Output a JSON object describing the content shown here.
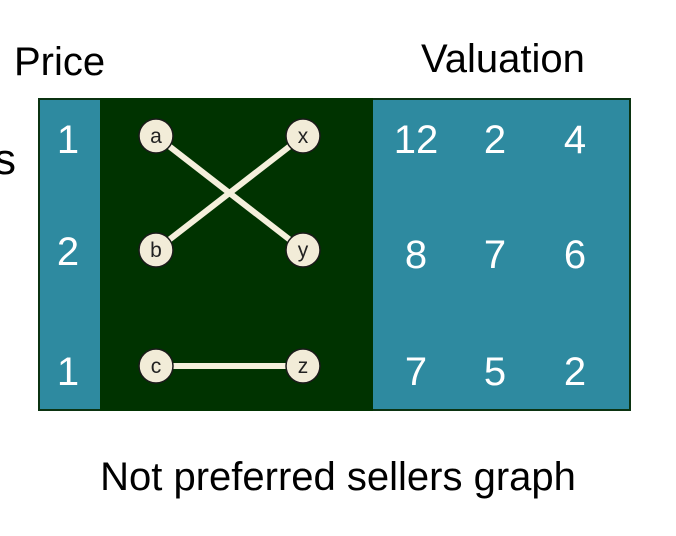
{
  "header": {
    "price_label": "Price",
    "valuation_label": "Valuation",
    "left_edge_text": "s"
  },
  "prices": [
    "1",
    "2",
    "1"
  ],
  "valuations": [
    [
      "12",
      "2",
      "4"
    ],
    [
      "8",
      "7",
      "6"
    ],
    [
      "7",
      "5",
      "2"
    ]
  ],
  "graph": {
    "buyers": [
      "a",
      "b",
      "c"
    ],
    "sellers": [
      "x",
      "y",
      "z"
    ],
    "edges": [
      [
        "a",
        "y"
      ],
      [
        "b",
        "x"
      ],
      [
        "c",
        "z"
      ]
    ]
  },
  "caption": "Not preferred sellers graph",
  "colors": {
    "panel": "#2e8aa0",
    "graph_bg": "#003300",
    "node_fill": "#f2ecd8",
    "edge": "#f5f0dc"
  }
}
